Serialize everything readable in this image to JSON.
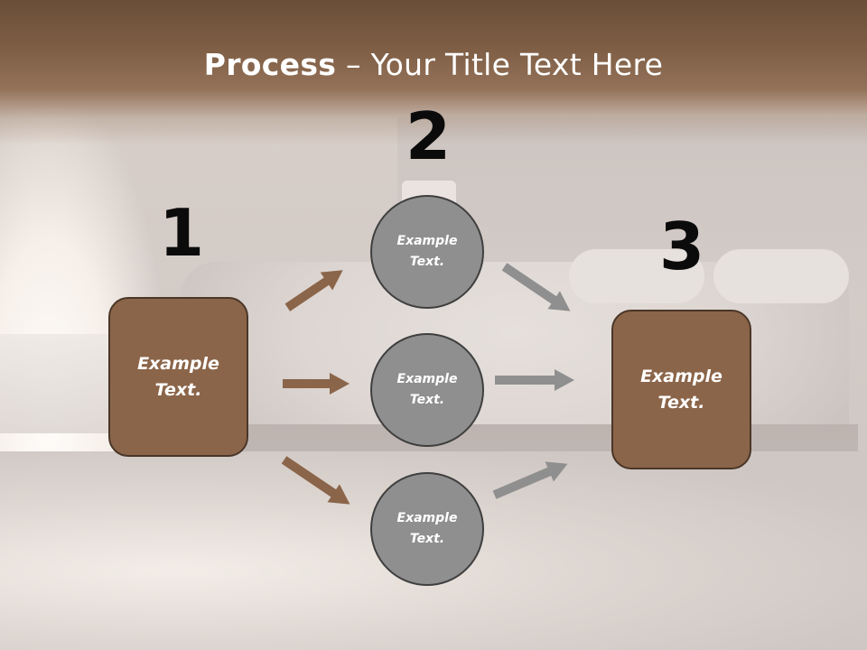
{
  "slide": {
    "title_bold": "Process",
    "title_rest": " – Your Title Text Here"
  },
  "steps": [
    {
      "number": "1",
      "label": "Example\nText."
    },
    {
      "number": "2",
      "label": "Example\nText."
    },
    {
      "number": "3",
      "label": "Example\nText."
    }
  ],
  "middle_nodes": [
    {
      "label": "Example\nText."
    },
    {
      "label": "Example\nText."
    },
    {
      "label": "Example\nText."
    }
  ],
  "colors": {
    "brown_fill": "#8b6549",
    "brown_border": "#4a3628",
    "circle_fill": "#8f8f8f",
    "circle_border": "#3f3f3f",
    "arrow_brown": "#8b6549",
    "arrow_gray": "#8f8f8f",
    "title_band": "#6a4e38"
  },
  "icons": {
    "arrow_shape": "right-arrow"
  }
}
